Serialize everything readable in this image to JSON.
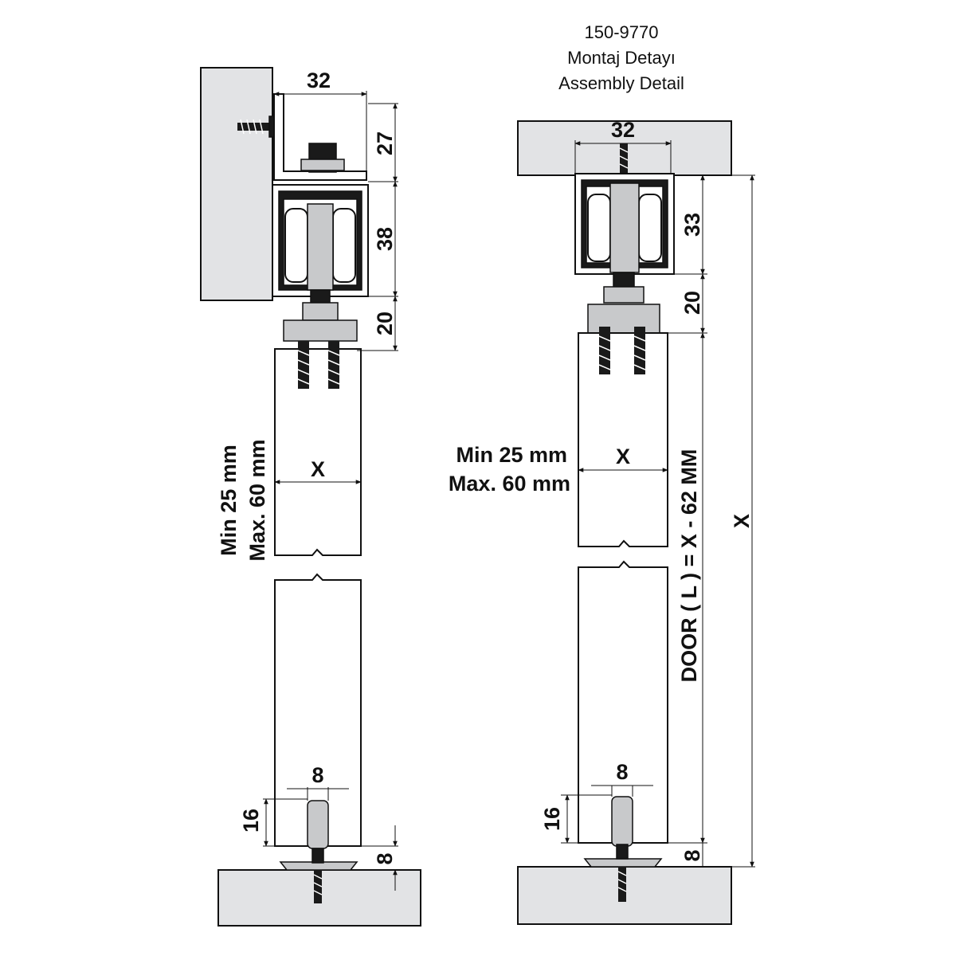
{
  "header": {
    "code": "150-9770",
    "title_tr": "Montaj Detayı",
    "title_en": "Assembly Detail"
  },
  "left": {
    "dim_32": "32",
    "dim_27": "27",
    "dim_38": "38",
    "dim_20": "20",
    "dim_x": "X",
    "min_label": "Min 25 mm",
    "max_label": "Max. 60 mm",
    "dim_8_top": "8",
    "dim_16": "16",
    "dim_8_side": "8"
  },
  "right": {
    "dim_32": "32",
    "dim_33": "33",
    "dim_20": "20",
    "dim_x": "X",
    "min_label": "Min 25 mm",
    "max_label": "Max. 60 mm",
    "door_formula": "DOOR ( L ) = X - 62 MM",
    "dim_x_total": "X",
    "dim_8_top": "8",
    "dim_16": "16",
    "dim_8_side": "8"
  }
}
